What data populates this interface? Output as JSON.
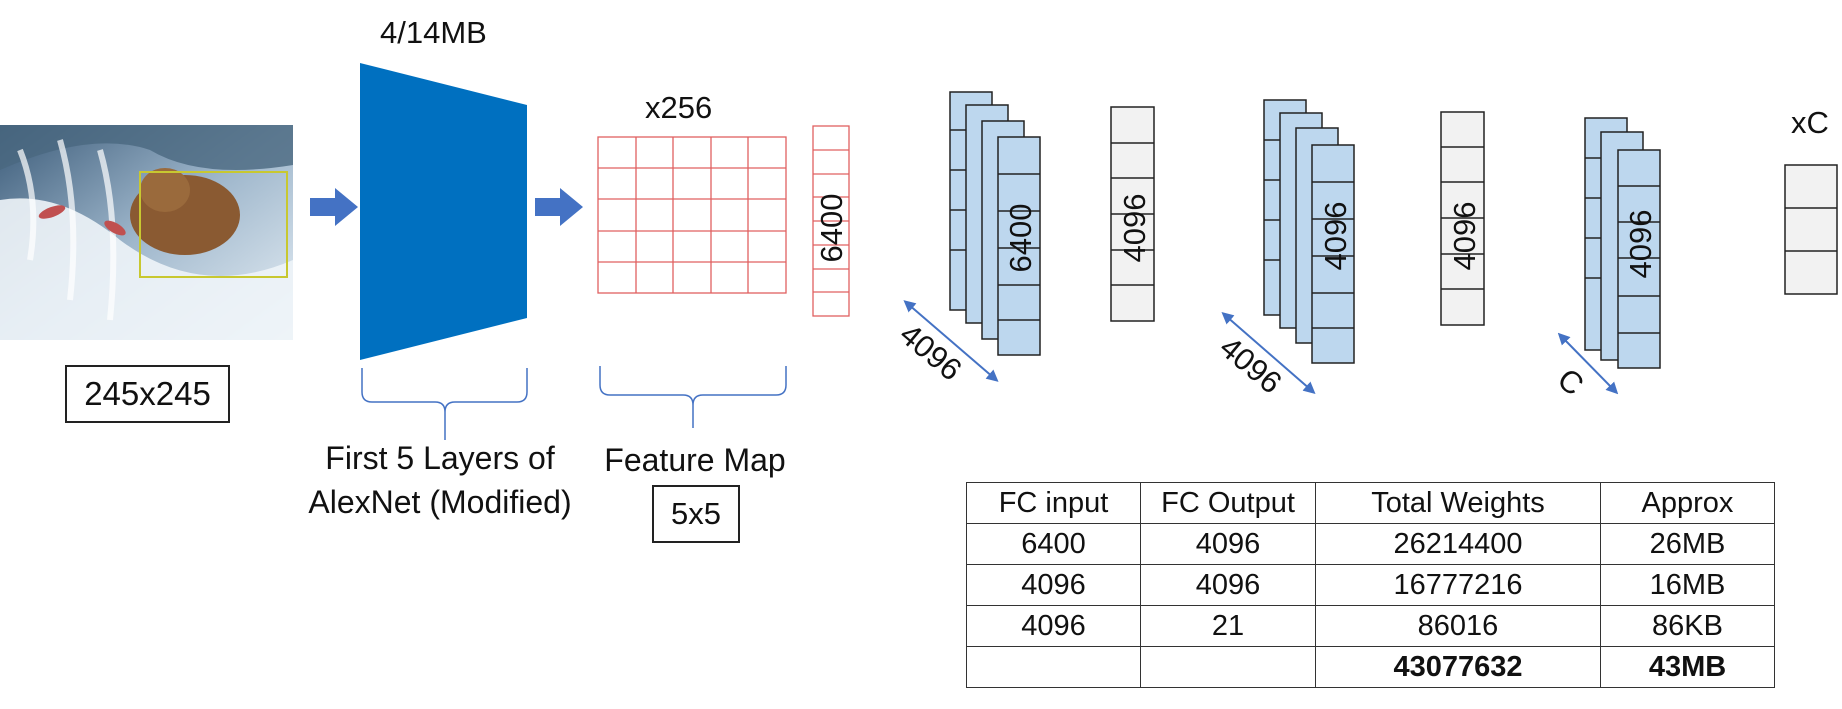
{
  "input": {
    "size_label": "245x245"
  },
  "cnn": {
    "size_label": "4/14MB",
    "caption_line1": "First 5 Layers of",
    "caption_line2": "AlexNet (Modified)"
  },
  "feature_map": {
    "depth_label": "x256",
    "caption": "Feature Map",
    "size_label": "5x5"
  },
  "flatten": {
    "label": "6400"
  },
  "layers": [
    {
      "stack_label": "6400",
      "depth_label": "4096"
    },
    {
      "vector_label": "4096"
    },
    {
      "stack_label": "4096",
      "depth_label": "4096"
    },
    {
      "vector_label": "4096"
    },
    {
      "stack_label": "4096",
      "depth_label": "C"
    },
    {
      "output_label": "xC"
    }
  ],
  "table": {
    "headers": [
      "FC input",
      "FC Output",
      "Total Weights",
      "Approx"
    ],
    "rows": [
      [
        "6400",
        "4096",
        "26214400",
        "26MB"
      ],
      [
        "4096",
        "4096",
        "16777216",
        "16MB"
      ],
      [
        "4096",
        "21",
        "86016",
        "86KB"
      ],
      [
        "",
        "",
        "43077632",
        "43MB"
      ]
    ]
  },
  "colors": {
    "cnn_blue": "#0070c0",
    "arrow_blue": "#4472c4",
    "grid_red": "#e06060",
    "stack_fill": "#bdd7ee",
    "vector_fill": "#f2f2f2",
    "bbox": "#c8c830"
  }
}
